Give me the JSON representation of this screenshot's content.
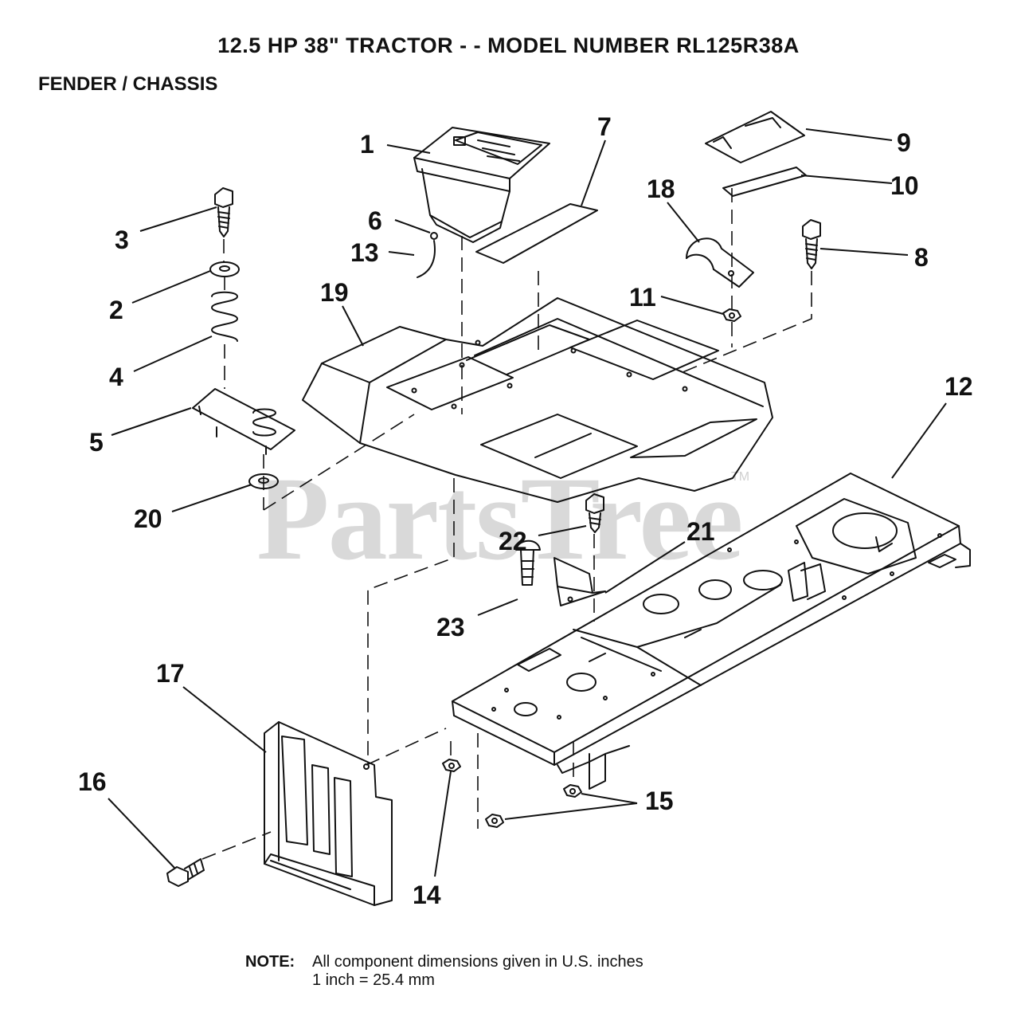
{
  "title": "12.5 HP 38\" TRACTOR - - MODEL NUMBER RL125R38A",
  "subtitle": "FENDER / CHASSIS",
  "watermark": "PartsTree",
  "trademark": "TM",
  "callouts": {
    "c1": "1",
    "c2": "2",
    "c3": "3",
    "c4": "4",
    "c5": "5",
    "c6": "6",
    "c7": "7",
    "c8": "8",
    "c9": "9",
    "c10": "10",
    "c11": "11",
    "c12": "12",
    "c13": "13",
    "c14": "14",
    "c15": "15",
    "c16": "16",
    "c17": "17",
    "c18": "18",
    "c19": "19",
    "c20": "20",
    "c21": "21",
    "c22": "22",
    "c23": "23"
  },
  "note": {
    "label": "NOTE:",
    "line1": "All component dimensions given in U.S. inches",
    "line2": "1 inch = 25.4 mm"
  }
}
